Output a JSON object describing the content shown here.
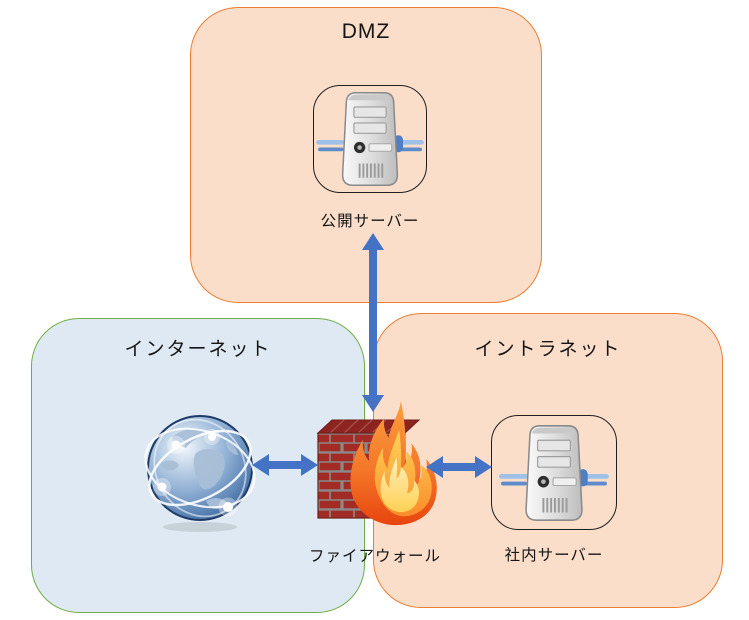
{
  "diagram": {
    "zones": {
      "dmz": {
        "title": "DMZ"
      },
      "internet": {
        "title": "インターネット"
      },
      "intranet": {
        "title": "イントラネット"
      }
    },
    "nodes": {
      "public_server": {
        "label": "公開サーバー",
        "icon": "server-icon",
        "zone": "dmz"
      },
      "internet_globe": {
        "label": "",
        "icon": "globe-icon",
        "zone": "internet"
      },
      "firewall": {
        "label": "ファイアウォール",
        "icon": "firewall-icon",
        "zone": "boundary"
      },
      "internal_server": {
        "label": "社内サーバー",
        "icon": "server-icon",
        "zone": "intranet"
      }
    },
    "connections": [
      {
        "from": "internet_globe",
        "to": "firewall",
        "style": "double-headed-arrow",
        "orientation": "horizontal"
      },
      {
        "from": "firewall",
        "to": "internal_server",
        "style": "double-headed-arrow",
        "orientation": "horizontal"
      },
      {
        "from": "firewall",
        "to": "public_server",
        "style": "double-headed-arrow",
        "orientation": "vertical"
      }
    ],
    "colors": {
      "zone_orange_fill": "#FADECA",
      "zone_orange_border": "#ED7D31",
      "zone_blue_fill": "#DEE9F3",
      "zone_green_border": "#70AD47",
      "arrow_blue": "#4472C4",
      "brick_red": "#A32B26",
      "mortar_gray": "#8A8A8A",
      "text": "#151515"
    }
  }
}
